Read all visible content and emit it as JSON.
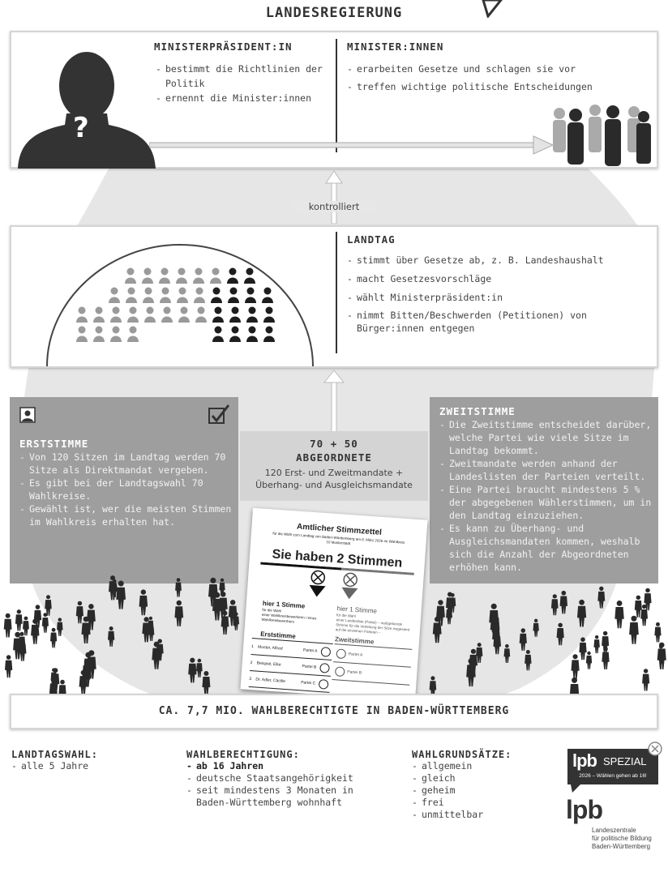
{
  "title": "LANDESREGIERUNG",
  "government": {
    "ministerpraesident": {
      "heading": "MINISTERPRÄSIDENT:IN",
      "items": [
        "bestimmt die Richtlinien der Politik",
        "ernennt die Minister:innen"
      ],
      "mark": "?"
    },
    "minister": {
      "heading": "MINISTER:INNEN",
      "items": [
        "erarbeiten Gesetze und schlagen sie vor",
        "treffen wichtige politische Entscheidungen"
      ]
    }
  },
  "kontrolliert": "kontrolliert",
  "landtag": {
    "heading": "LANDTAG",
    "items": [
      "stimmt über Gesetze ab, z. B. Landeshaushalt",
      "macht Gesetzesvorschläge",
      "wählt Ministerpräsident:in",
      "nimmt Bitten/Beschwerden (Petitionen) von Bürger:innen entgegen"
    ]
  },
  "erststimme": {
    "heading": "ERSTSTIMME",
    "items": [
      "Von 120 Sitzen im Landtag werden 70 Sitze als Direktmandat vergeben.",
      "Es gibt bei der Landtagswahl 70 Wahlkreise.",
      "Gewählt ist, wer die meisten Stimmen im Wahlkreis erhalten hat."
    ]
  },
  "abgeordnete": {
    "line1": "70 + 50",
    "line2": "ABGEORDNETE",
    "desc": "120 Erst- und Zweitmandate + Überhang- und Ausgleichsmandate"
  },
  "ballot": {
    "title": "Amtlicher Stimmzettel",
    "subtitle": "für die Wahl zum Landtag von Baden-Württemberg am 8. März 2026 im Wahlkreis 10 Musterstadt",
    "headline": "Sie haben 2 Stimmen",
    "left_vote": "hier 1 Stimme",
    "left_vote_sub": "für die Wahl",
    "left_desc": "einer Wahlkreisbewerberin / eines Wahlkreisbewerbers",
    "right_vote": "hier 1 Stimme",
    "right_vote_sub": "für die Wahl",
    "right_desc": "einer Landesliste (Partei) – maßgebende Stimme für die Verteilung der Sitze insgesamt auf die einzelnen Parteien –",
    "col_left": "Erststimme",
    "col_right": "Zweitstimme",
    "rows": [
      {
        "num": "1",
        "name": "Muster, Alfred",
        "party": "Partei A"
      },
      {
        "num": "2",
        "name": "Beispiel, Elke",
        "party": "Partei B"
      },
      {
        "num": "3",
        "name": "Dr. Adler, Cäcilie",
        "party": "Partei C"
      }
    ],
    "right_rows": [
      "Partei A",
      "Partei B"
    ]
  },
  "zweitstimme": {
    "heading": "ZWEITSTIMME",
    "items": [
      "Die Zweitstimme entscheidet darüber, welche Partei wie viele Sitze im Landtag bekommt.",
      "Zweitmandate werden anhand der Landeslisten der Parteien verteilt.",
      "Eine Partei braucht mindestens 5 % der abgegebenen Wählerstimmen, um in den Landtag einzuziehen.",
      "Es kann zu Überhang- und Ausgleichsmandaten kommen, weshalb sich die Anzahl der Abgeordneten erhöhen kann."
    ]
  },
  "banner": "CA. 7,7 MIO. WAHLBERECHTIGTE IN BADEN-WÜRTTEMBERG",
  "landtagswahl": {
    "heading": "LANDTAGSWAHL:",
    "items": [
      "alle 5 Jahre"
    ]
  },
  "wahlberechtigung": {
    "heading": "WAHLBERECHTIGUNG:",
    "items": [
      "ab 16 Jahren",
      "deutsche Staatsangehörigkeit",
      "seit mindestens 3 Monaten in Baden-Württemberg wohnhaft"
    ]
  },
  "wahlgrundsaetze": {
    "heading": "WAHLGRUNDSÄTZE:",
    "items": [
      "allgemein",
      "gleich",
      "geheim",
      "frei",
      "unmittelbar"
    ]
  },
  "badge": {
    "brand": "lpb",
    "word": "SPEZIAL",
    "tagline": "2026 – Wählen gehen ab 16!"
  },
  "logo": {
    "brand": "lpb",
    "line1": "Landeszentrale",
    "line2": "für politische Bildung",
    "line3": "Baden-Württemberg"
  },
  "colors": {
    "dark": "#333333",
    "grey_panel": "#9e9e9e",
    "seat_light": "#9a9a9a",
    "seat_dark": "#1e1e1e"
  }
}
